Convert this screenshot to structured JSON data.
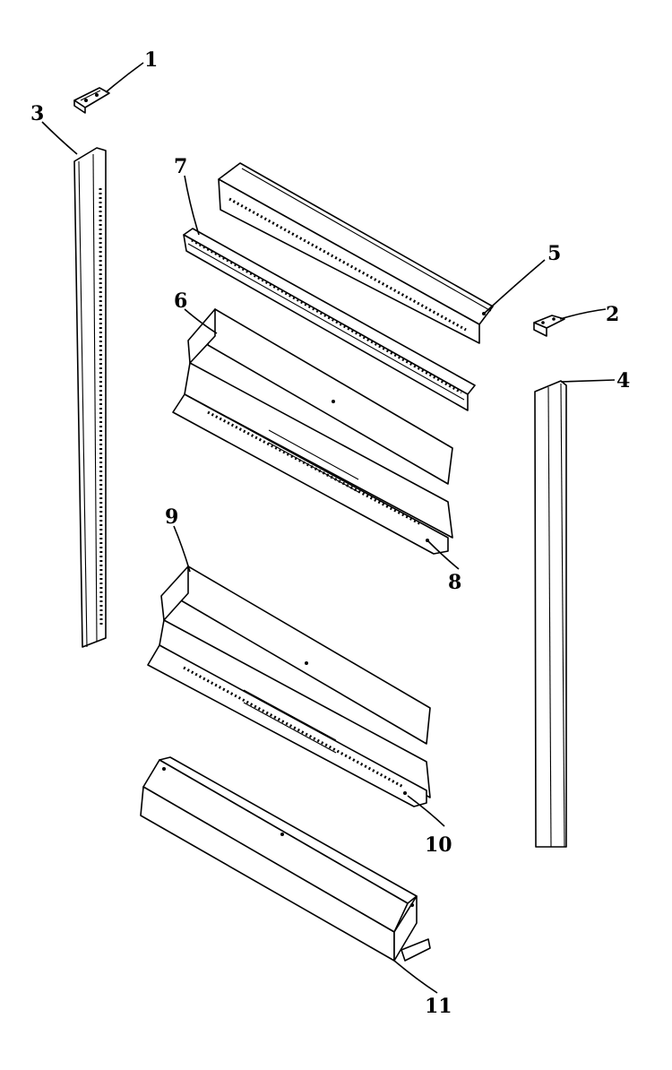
{
  "diagram": {
    "callouts": [
      "1",
      "2",
      "3",
      "4",
      "5",
      "6",
      "7",
      "8",
      "9",
      "10",
      "11"
    ],
    "parts": [
      {
        "id": "1",
        "shape": "small clip"
      },
      {
        "id": "2",
        "shape": "small clip"
      },
      {
        "id": "3",
        "shape": "left vertical trim strip"
      },
      {
        "id": "4",
        "shape": "right vertical trim strip"
      },
      {
        "id": "5",
        "shape": "top channel"
      },
      {
        "id": "6",
        "shape": "upper rail assembly"
      },
      {
        "id": "7",
        "shape": "perforated bracket"
      },
      {
        "id": "8",
        "shape": "upper rail bottom flange"
      },
      {
        "id": "9",
        "shape": "lower rail assembly"
      },
      {
        "id": "10",
        "shape": "lower rail bottom flange"
      },
      {
        "id": "11",
        "shape": "bottom channel"
      }
    ]
  }
}
